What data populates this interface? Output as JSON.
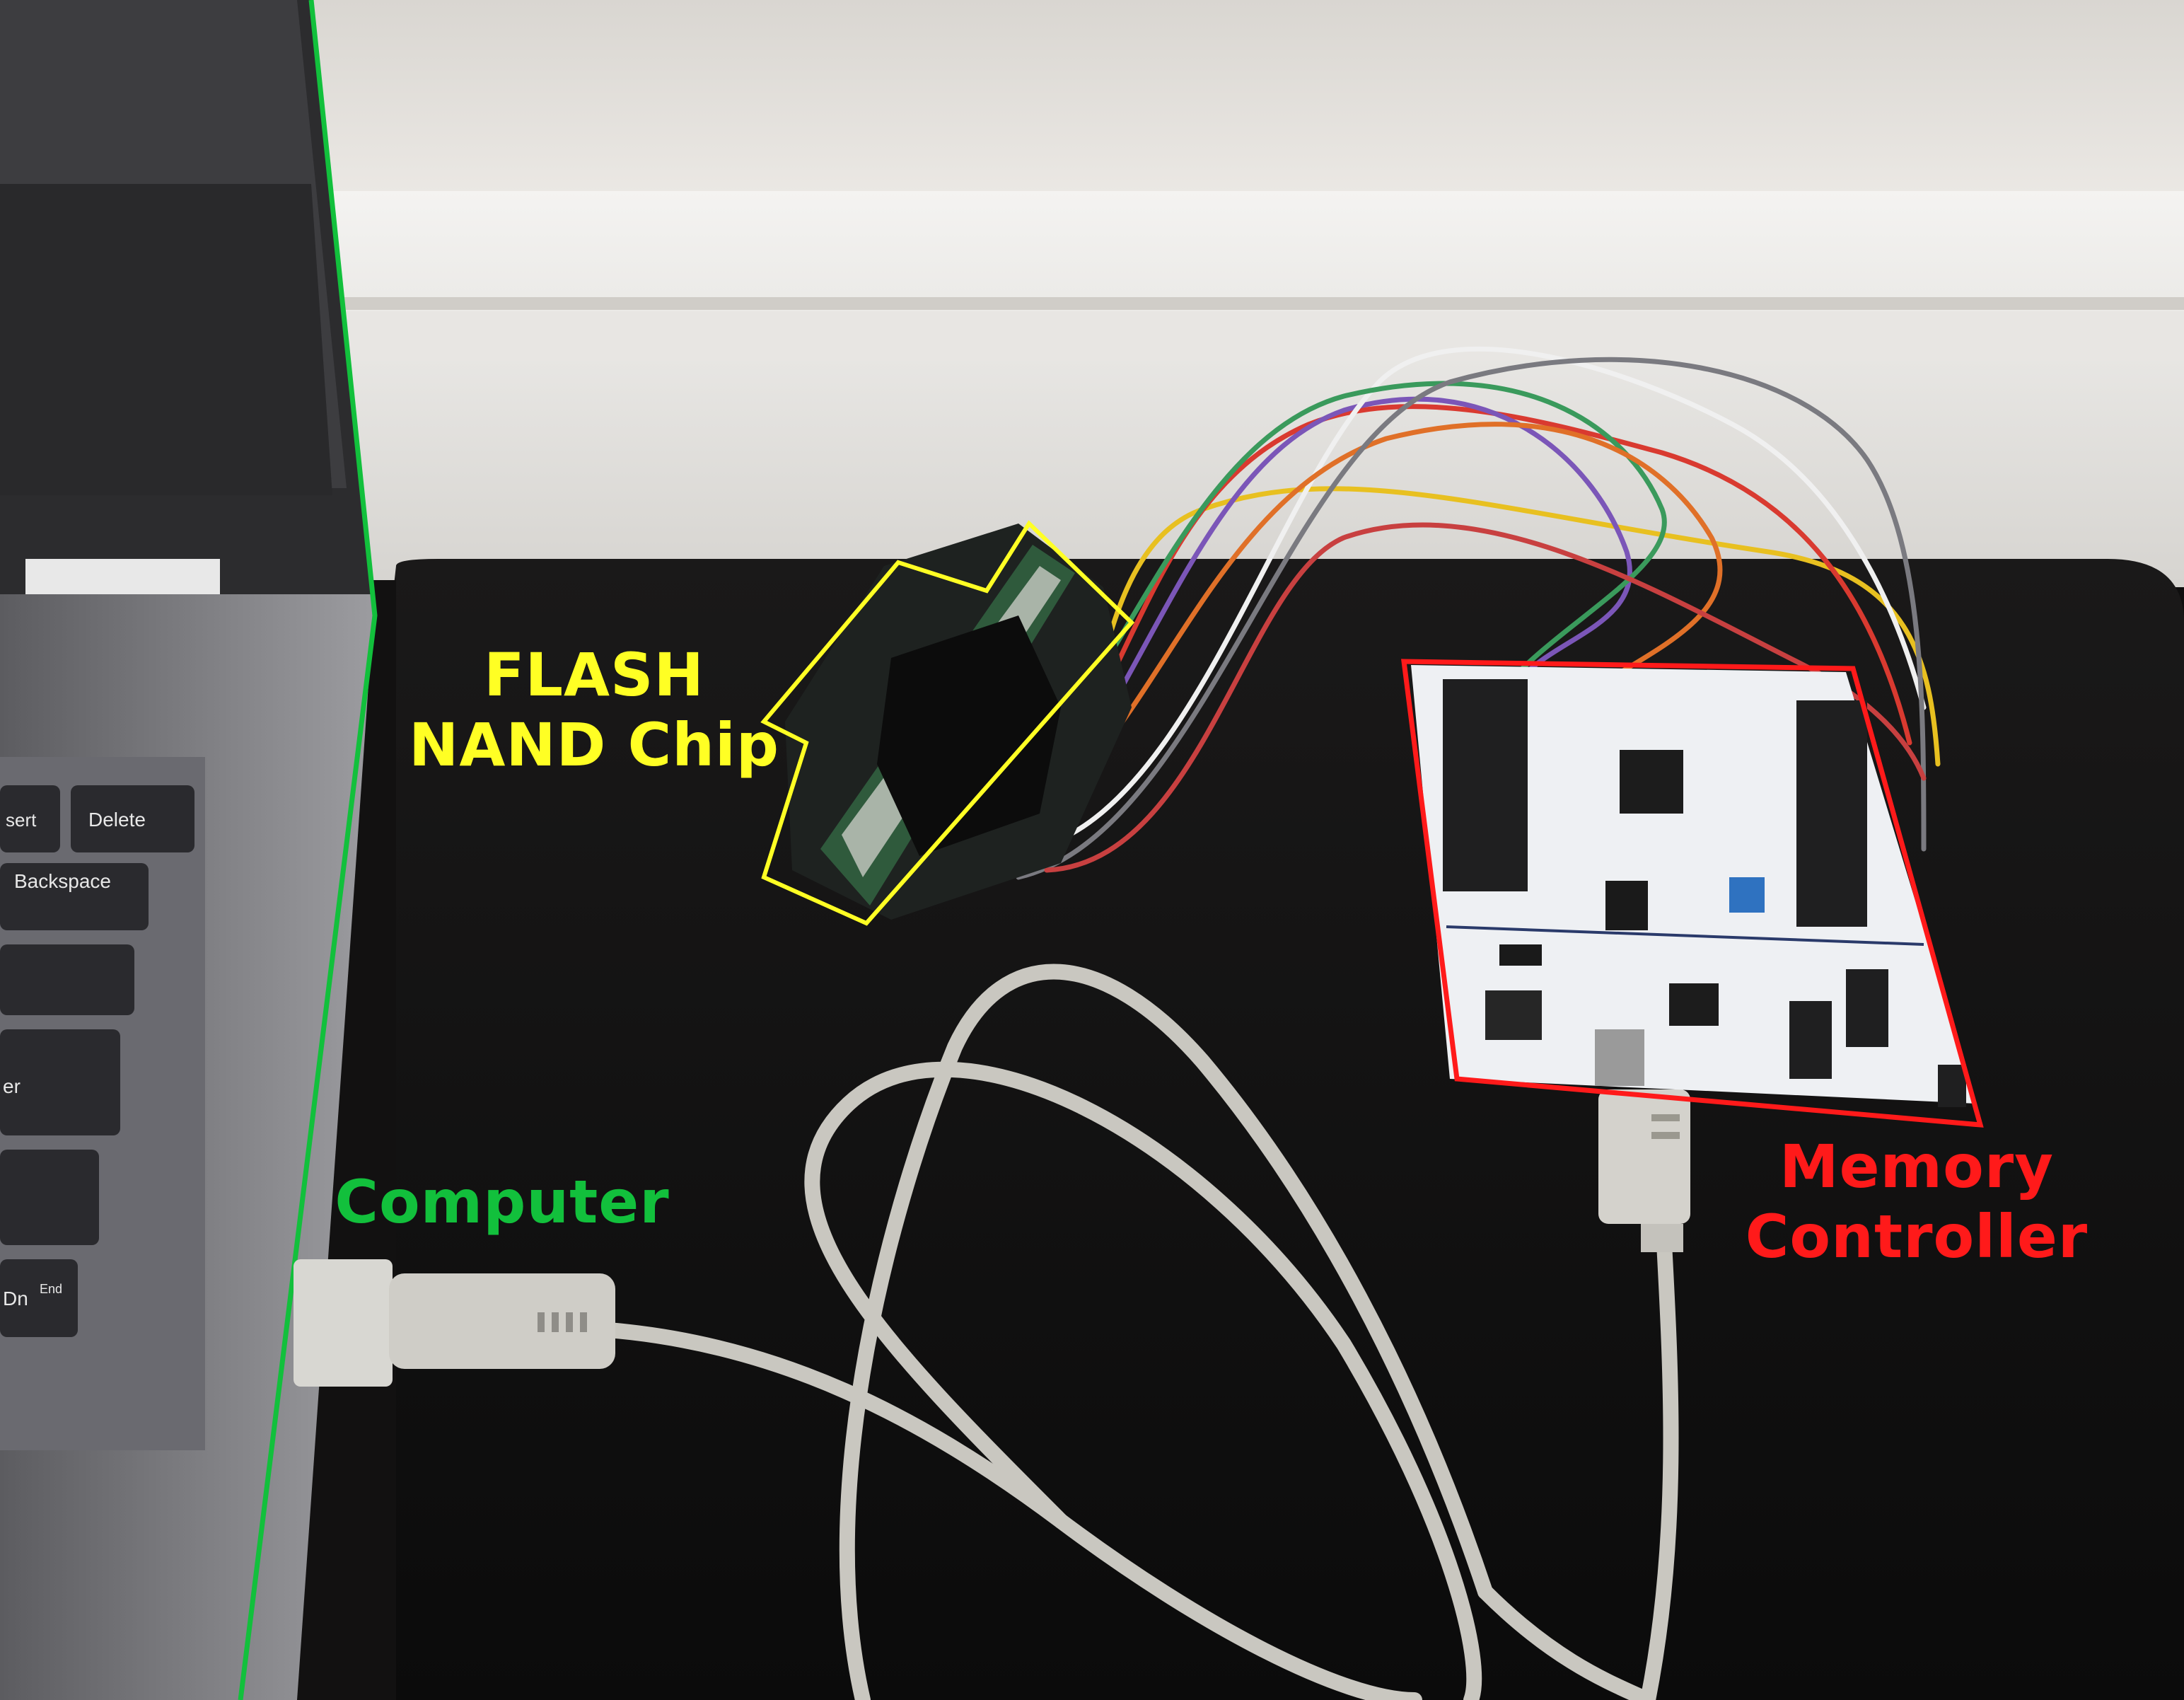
{
  "annotations": {
    "flash_nand_chip": {
      "lines": [
        "FLASH",
        "NAND Chip"
      ],
      "color": "#ffff24"
    },
    "computer": {
      "lines": [
        "Computer"
      ],
      "color": "#12c03c"
    },
    "memory_controller": {
      "lines": [
        "Memory",
        "Controller"
      ],
      "color": "#ff1a1a"
    }
  },
  "keyboard_keys": [
    "sert",
    "Delete",
    "Backspace",
    "er",
    "Dn",
    "End"
  ],
  "wire_colors": [
    "#e8c020",
    "#d93a30",
    "#7b56b8",
    "#f0f0f0",
    "#3a9a5c",
    "#e07028",
    "#7a7a80",
    "#c84040"
  ],
  "colors": {
    "wall": "#e6e4e0",
    "baseboard": "#f1f0ee",
    "mat": "#0f0e0e",
    "laptop_body": "#8e8e92",
    "usb_cable": "#c9c7c0",
    "board": "#e9ebef"
  }
}
